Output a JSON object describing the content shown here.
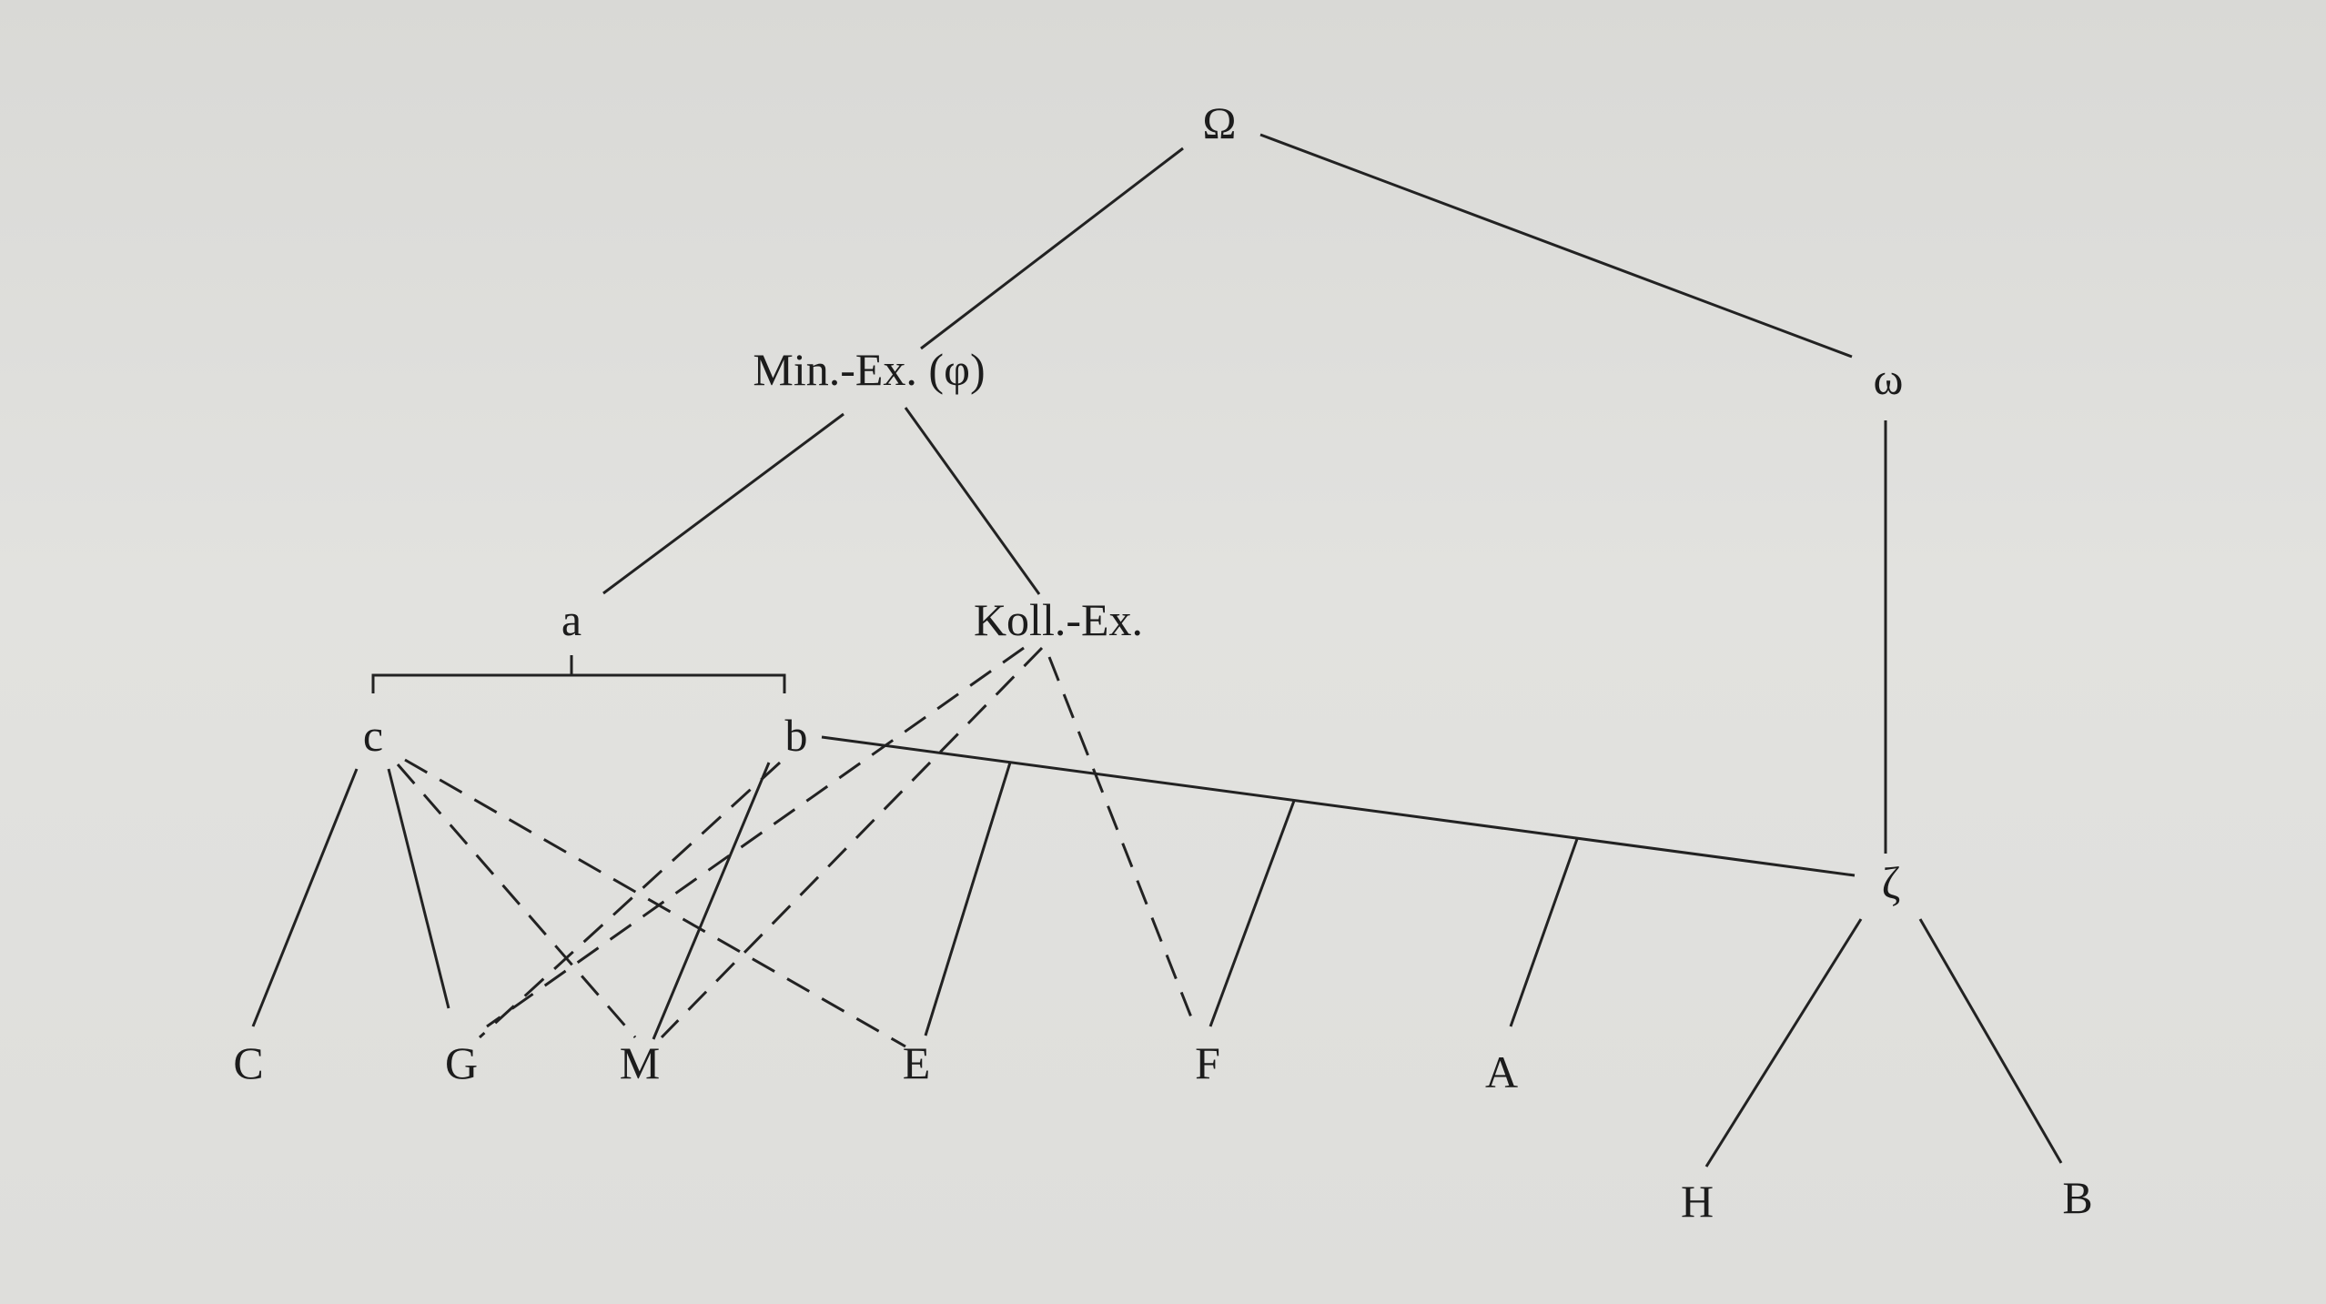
{
  "diagram": {
    "nodes": [
      {
        "id": "omega_cap",
        "label": "Ω"
      },
      {
        "id": "min_ex",
        "label": "Min.-Ex. (φ)"
      },
      {
        "id": "omega",
        "label": "ω"
      },
      {
        "id": "a",
        "label": "a"
      },
      {
        "id": "koll_ex",
        "label": "Koll.-Ex."
      },
      {
        "id": "c",
        "label": "c"
      },
      {
        "id": "b",
        "label": "b"
      },
      {
        "id": "zeta",
        "label": "ζ"
      },
      {
        "id": "C",
        "label": "C"
      },
      {
        "id": "G",
        "label": "G"
      },
      {
        "id": "M",
        "label": "M"
      },
      {
        "id": "E",
        "label": "E"
      },
      {
        "id": "F",
        "label": "F"
      },
      {
        "id": "A",
        "label": "A"
      },
      {
        "id": "H",
        "label": "H"
      },
      {
        "id": "B",
        "label": "B"
      }
    ],
    "edges": [
      {
        "from": "omega_cap",
        "to": "min_ex",
        "style": "solid"
      },
      {
        "from": "omega_cap",
        "to": "omega",
        "style": "solid"
      },
      {
        "from": "min_ex",
        "to": "a",
        "style": "solid"
      },
      {
        "from": "min_ex",
        "to": "koll_ex",
        "style": "solid"
      },
      {
        "from": "omega",
        "to": "zeta",
        "style": "solid"
      },
      {
        "from": "a",
        "to": "c",
        "style": "solid"
      },
      {
        "from": "a",
        "to": "b",
        "style": "solid"
      },
      {
        "from": "c",
        "to": "C",
        "style": "solid"
      },
      {
        "from": "c",
        "to": "G",
        "style": "solid"
      },
      {
        "from": "c",
        "to": "M",
        "style": "dashed"
      },
      {
        "from": "c",
        "to": "E",
        "style": "dashed"
      },
      {
        "from": "b",
        "to": "G",
        "style": "dashed"
      },
      {
        "from": "b",
        "to": "M",
        "style": "solid"
      },
      {
        "from": "b",
        "to": "zeta",
        "style": "solid"
      },
      {
        "from": "koll_ex",
        "to": "G",
        "style": "dashed"
      },
      {
        "from": "koll_ex",
        "to": "M",
        "style": "dashed"
      },
      {
        "from": "koll_ex",
        "to": "F",
        "style": "dashed"
      },
      {
        "from": "zeta",
        "to": "E",
        "style": "solid"
      },
      {
        "from": "zeta",
        "to": "F",
        "style": "solid"
      },
      {
        "from": "zeta",
        "to": "A",
        "style": "solid"
      },
      {
        "from": "zeta",
        "to": "H",
        "style": "solid"
      },
      {
        "from": "zeta",
        "to": "B",
        "style": "solid"
      }
    ]
  }
}
